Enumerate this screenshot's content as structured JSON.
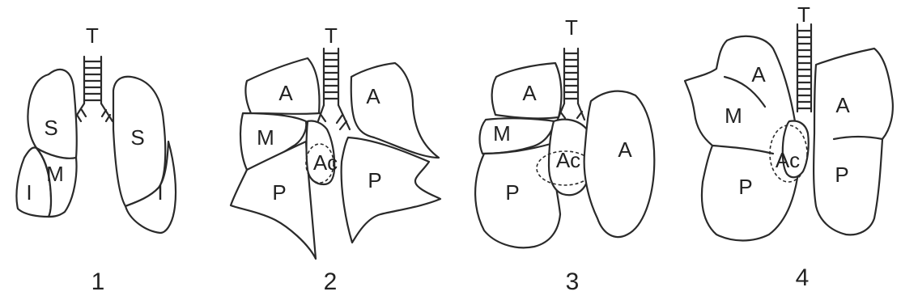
{
  "panels": [
    {
      "number": "1",
      "labels": {
        "trachea": "T",
        "left_superior": "S",
        "left_inferior": "I",
        "middle": "M",
        "right_superior": "S",
        "right_inferior": "I"
      }
    },
    {
      "number": "2",
      "labels": {
        "trachea": "T",
        "left_anterior": "A",
        "middle": "M",
        "left_posterior": "P",
        "accessory": "Ac",
        "right_anterior": "A",
        "right_posterior": "P"
      }
    },
    {
      "number": "3",
      "labels": {
        "trachea": "T",
        "left_anterior": "A",
        "middle": "M",
        "left_posterior": "P",
        "accessory": "Ac",
        "right_anterior": "A"
      }
    },
    {
      "number": "4",
      "labels": {
        "trachea": "T",
        "left_anterior": "A",
        "middle": "M",
        "left_posterior": "P",
        "accessory": "Ac",
        "right_anterior": "A",
        "right_posterior": "P"
      }
    }
  ]
}
